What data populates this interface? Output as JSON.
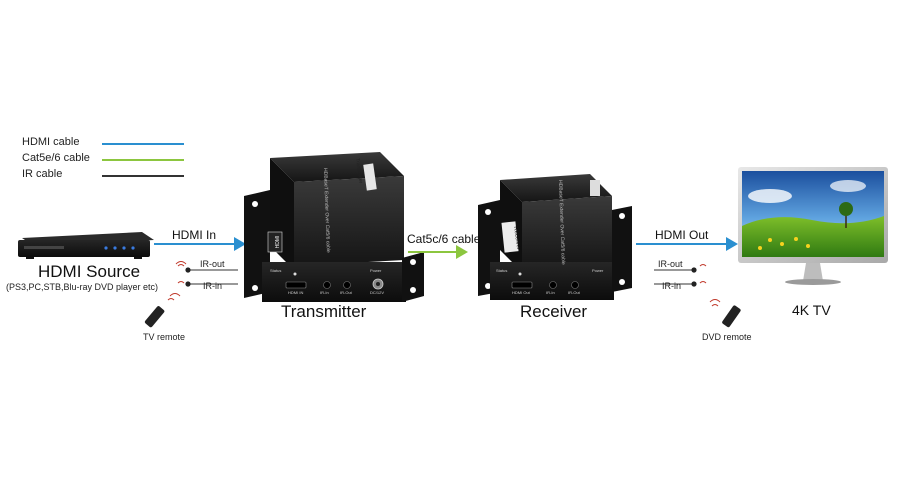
{
  "legend": {
    "items": [
      {
        "label": "HDMI cable",
        "color": "#2a8fd0"
      },
      {
        "label": "Cat5e/6 cable",
        "color": "#8cc63f"
      },
      {
        "label": "IR cable",
        "color": "#333333"
      }
    ]
  },
  "source": {
    "title": "HDMI Source",
    "subtitle": "(PS3,PC,STB,Blu-ray DVD player etc)"
  },
  "transmitter": {
    "title": "Transmitter",
    "top_label": "Transmitter",
    "side_label": "HDBaseT Extender Over Cat5/6 cable",
    "ports": [
      "Status",
      "HDMI IN",
      "IR-In",
      "IR-Out",
      "Power",
      "DC/12V"
    ]
  },
  "receiver": {
    "title": "Receiver",
    "top_label": "Receiver",
    "side_label": "HDBaseT Extender Over Cat5/6 cable",
    "ports": [
      "Status",
      "HDMI Out",
      "IR-In",
      "IR-Out",
      "Power"
    ]
  },
  "tv": {
    "title": "4K TV"
  },
  "connections": {
    "hdmi_in": "HDMI In",
    "cat_cable": "Cat5c/6 cable",
    "hdmi_out": "HDMI Out",
    "left_ir_out": "IR-out",
    "left_ir_in": "IR-in",
    "right_ir_out": "IR-out",
    "right_ir_in": "IR-in"
  },
  "remotes": {
    "tv_remote": "TV remote",
    "dvd_remote": "DVD remote"
  },
  "colors": {
    "hdmi": "#2a8fd0",
    "cat": "#8cc63f",
    "ir": "#333333",
    "device": "#1c1c1c"
  },
  "icons": {
    "hdmi_logo": "hdmi-logo-icon",
    "remote": "remote-icon",
    "ir_sensor": "ir-sensor-icon"
  }
}
